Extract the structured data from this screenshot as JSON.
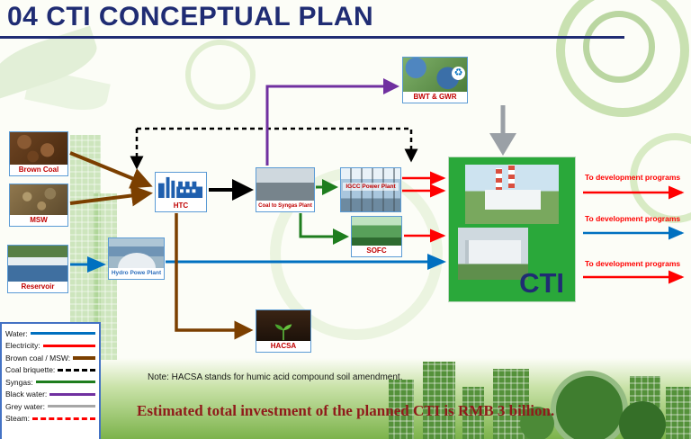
{
  "title": "04 CTI CONCEPTUAL PLAN",
  "nodes": {
    "brown_coal": {
      "label": "Brown Coal"
    },
    "msw": {
      "label": "MSW"
    },
    "reservoir": {
      "label": "Reservoir"
    },
    "htc": {
      "label": "HTC"
    },
    "coal_to_syngas": {
      "label": "Coal to Syngas Plant"
    },
    "igcc": {
      "label": "IGCC Power Plant"
    },
    "sofc": {
      "label": "SOFC"
    },
    "bwt_gwr": {
      "label": "BWT & GWR"
    },
    "hydro": {
      "label": "Hydro Powe Plant"
    },
    "hacsa": {
      "label": "HACSA"
    },
    "cti": {
      "label": "CTI"
    }
  },
  "outputs": [
    {
      "label": "To development  programs",
      "color": "#ff0000"
    },
    {
      "label": "To development  programs",
      "color": "#0070c0"
    },
    {
      "label": "To development  programs",
      "color": "#ff0000"
    }
  ],
  "legend": {
    "items": [
      {
        "label": "Water:",
        "color": "#0070c0",
        "style": "solid"
      },
      {
        "label": "Electricity:",
        "color": "#ff0000",
        "style": "solid"
      },
      {
        "label": "Brown coal / MSW:",
        "color": "#7b3f00",
        "style": "solid"
      },
      {
        "label": "Coal briquette:",
        "color": "#000000",
        "style": "dashed"
      },
      {
        "label": "Syngas:",
        "color": "#1e7d1e",
        "style": "solid"
      },
      {
        "label": "Black water:",
        "color": "#7030a0",
        "style": "solid"
      },
      {
        "label": "Grey water:",
        "color": "#a6a6a6",
        "style": "solid"
      },
      {
        "label": "Steam:",
        "color": "#ff0000",
        "style": "dashed"
      }
    ]
  },
  "edges": [
    {
      "from": "Brown Coal",
      "to": "HTC",
      "type": "brown coal / MSW"
    },
    {
      "from": "MSW",
      "to": "HTC",
      "type": "brown coal / MSW"
    },
    {
      "from": "HTC",
      "to": "Coal to Syngas Plant",
      "type": "coal briquette"
    },
    {
      "from": "HTC",
      "to": "IGCC Power Plant",
      "type": "coal briquette"
    },
    {
      "from": "Coal to Syngas Plant",
      "to": "IGCC Power Plant",
      "type": "syngas"
    },
    {
      "from": "Coal to Syngas Plant",
      "to": "SOFC",
      "type": "syngas"
    },
    {
      "from": "IGCC Power Plant",
      "to": "CTI",
      "type": "electricity"
    },
    {
      "from": "SOFC",
      "to": "CTI",
      "type": "electricity"
    },
    {
      "from": "Reservoir",
      "to": "Hydro Powe Plant",
      "type": "water"
    },
    {
      "from": "Hydro Powe Plant",
      "to": "CTI",
      "type": "water"
    },
    {
      "from": "HTC",
      "to": "BWT & GWR",
      "type": "black water"
    },
    {
      "from": "BWT & GWR",
      "to": "CTI",
      "type": "grey water"
    },
    {
      "from": "HTC",
      "to": "HACSA",
      "type": "brown coal / MSW"
    },
    {
      "from": "CTI",
      "to": "To development programs",
      "type": "electricity"
    },
    {
      "from": "CTI",
      "to": "To development programs",
      "type": "water"
    },
    {
      "from": "CTI",
      "to": "To development programs",
      "type": "electricity"
    }
  ],
  "note": "Note: HACSA stands for humic acid compound soil amendment.",
  "statement": "Estimated total investment of the planned CTI  is RMB 3 billion.",
  "colors": {
    "title": "#1f2c73",
    "node_label": "#c00000",
    "cti_green": "#2aa83a",
    "statement": "#8f1a1a"
  }
}
